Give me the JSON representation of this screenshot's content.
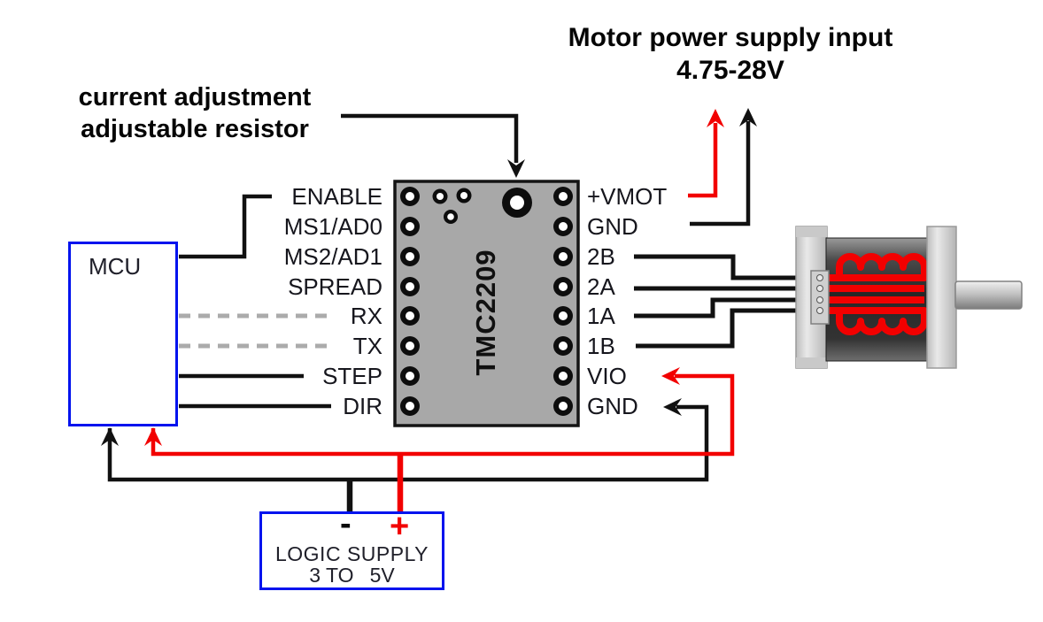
{
  "annotations": {
    "motor_power_supply": {
      "line1": "Motor power supply input",
      "line2": "4.75-28V"
    },
    "current_adjustment": {
      "line1": "current adjustment",
      "line2": "adjustable resistor"
    }
  },
  "driver": {
    "chip_name": "TMC2209",
    "left_pins": [
      "ENABLE",
      "MS1/AD0",
      "MS2/AD1",
      "SPREAD",
      "RX",
      "TX",
      "STEP",
      "DIR"
    ],
    "right_pins": [
      "+VMOT",
      "GND",
      "2B",
      "2A",
      "1A",
      "1B",
      "VIO",
      "GND"
    ]
  },
  "mcu": {
    "label": "MCU"
  },
  "logic_supply": {
    "negative": "-",
    "positive": "+",
    "title": "LOGIC SUPPLY",
    "range_left": "3 TO",
    "range_right": "5V"
  },
  "colors": {
    "wire_black": "#111111",
    "wire_red": "#f20000",
    "uart_dash_gray": "#ababab",
    "box_border_blue": "#0013ee",
    "chip_body_gray": "#a8a8a8",
    "motor_coil_red": "#f20000"
  }
}
